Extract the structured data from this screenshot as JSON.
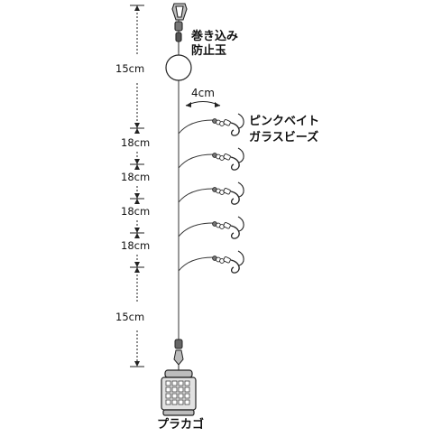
{
  "labels": {
    "anti_tangle_line1": "巻き込み",
    "anti_tangle_line2": "防止玉",
    "bait_line1": "ピンクベイト",
    "bait_line2": "ガラスビーズ",
    "spacing": "4cm",
    "sinker": "プラカゴ"
  },
  "dimensions": [
    "15cm",
    "18cm",
    "18cm",
    "18cm",
    "18cm",
    "15cm"
  ],
  "branch_count": 5,
  "colors": {
    "line": "#333333",
    "ink": "#111111",
    "sinker_fill": "#e2e2e2"
  }
}
